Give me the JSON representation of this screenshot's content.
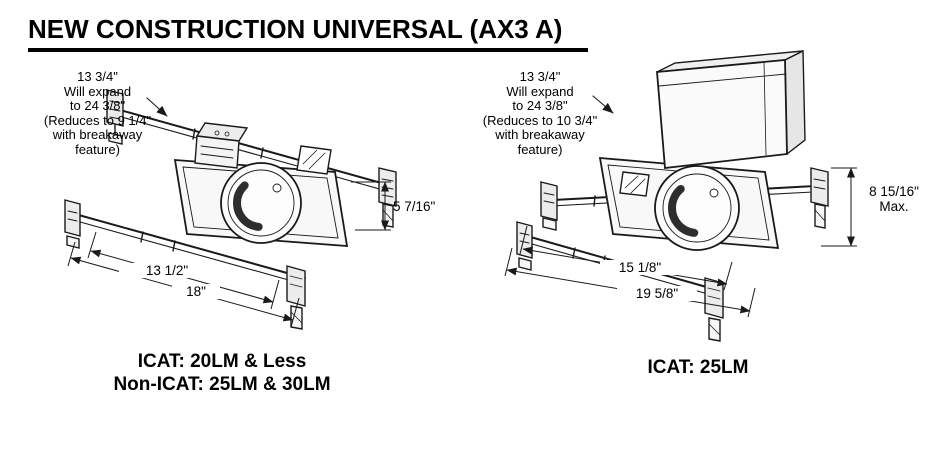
{
  "page": {
    "title": "NEW CONSTRUCTION UNIVERSAL (AX3 A)"
  },
  "colors": {
    "ink": "#1a1a1a",
    "background": "#ffffff"
  },
  "figures": {
    "left": {
      "note_lines": [
        "13 3/4\"",
        "Will expand",
        "to 24 3/8\"",
        "(Reduces to 9 1/4\"",
        "with breakaway",
        "feature)"
      ],
      "dims": {
        "height": "5 7/16\"",
        "frame_width": "13 1/2\"",
        "overall_width": "18\""
      },
      "caption_lines": [
        "ICAT: 20LM & Less",
        "Non-ICAT: 25LM & 30LM"
      ]
    },
    "right": {
      "note_lines": [
        "13 3/4\"",
        "Will expand",
        "to 24 3/8\"",
        "(Reduces to 10 3/4\"",
        "with breakaway",
        "feature)"
      ],
      "dims": {
        "height": "8 15/16\"",
        "height_qualifier": "Max.",
        "frame_width": "15 1/8\"",
        "overall_width": "19 5/8\""
      },
      "caption_lines": [
        "ICAT: 25LM"
      ]
    }
  }
}
